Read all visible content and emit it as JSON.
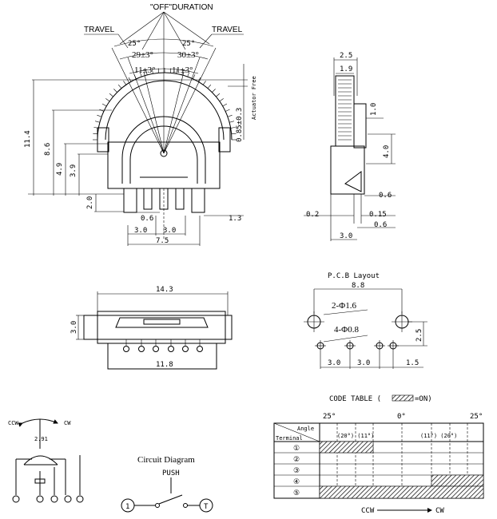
{
  "front": {
    "off_duration": "\"OFF\"DURATION",
    "travel_left": "TRAVEL",
    "travel_right": "TRAVEL",
    "angle_l1": "25°",
    "angle_r1": "25°",
    "angle_l2": "29±3°",
    "angle_r2": "30±3°",
    "angle_l3": "11±3°",
    "angle_r3": "11±3°",
    "dim_114": "11.4",
    "dim_86": "8.6",
    "dim_49": "4.9",
    "dim_39": "3.9",
    "dim_20": "2.0",
    "dim_06": "0.6",
    "dim_13": "1.3",
    "dim_30a": "3.0",
    "dim_30b": "3.0",
    "dim_75": "7.5",
    "dim_085": "0.85±0.3",
    "push_note": "Actuator Free"
  },
  "side": {
    "dim_25": "2.5",
    "dim_19": "1.9",
    "dim_10": "1.0",
    "dim_40": "4.0",
    "dim_06a": "0.6",
    "dim_02": "0.2",
    "dim_015": "0.15",
    "dim_06b": "0.6",
    "dim_30": "3.0"
  },
  "bottom": {
    "dim_143": "14.3",
    "dim_30": "3.0",
    "dim_118": "11.8"
  },
  "pcb": {
    "title": "P.C.B Layout",
    "dim_88": "8.8",
    "hole_big": "2-Φ1.6",
    "hole_small": "4-Φ0.8",
    "dim_25": "2.5",
    "dim_30a": "3.0",
    "dim_30b": "3.0",
    "dim_15": "1.5"
  },
  "schematic": {
    "ccw": "CCW",
    "cw": "CW",
    "value": "2.91"
  },
  "circuit": {
    "title": "Circuit Diagram",
    "push": "PUSH",
    "term_left": "1",
    "term_right": "T"
  },
  "code_table": {
    "title": "CODE TABLE (",
    "legend": "=ON)",
    "top_left": "25°",
    "top_mid": "0°",
    "top_right": "25°",
    "header_angle": "Angle",
    "header_terminal": "Terminal",
    "angles_left": "(20°) (11°)",
    "angles_right": "(11°) (20°)",
    "rows": [
      "①",
      "②",
      "③",
      "④",
      "⑤"
    ],
    "ccw": "CCW",
    "cw": "CW"
  }
}
